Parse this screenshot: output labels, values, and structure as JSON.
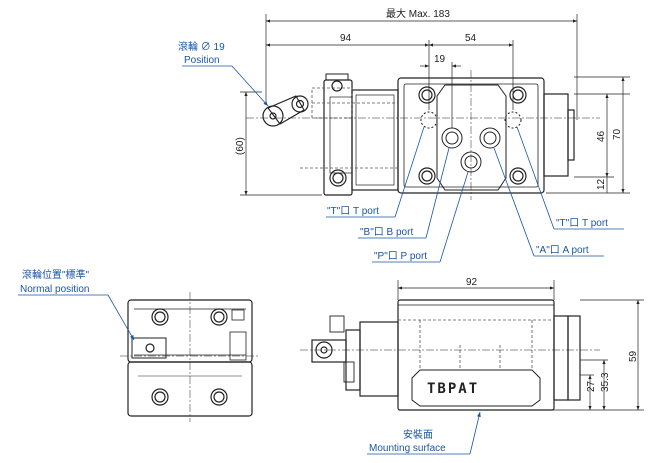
{
  "dimensions": {
    "max_length": "最大 Max. 183",
    "d94": "94",
    "d54": "54",
    "d19": "19",
    "d60": "(60)",
    "d46": "46",
    "d70": "70",
    "d12": "12",
    "d92": "92",
    "d27": "27",
    "d35_3": "35.3",
    "d59": "59"
  },
  "labels": {
    "roller_cn": "滾輪 ∅ 19",
    "roller_en": "Position",
    "normal_cn": "滾輪位置\"標準\"",
    "normal_en": "Normal position",
    "mount_cn": "安裝面",
    "mount_en": "Mounting surface"
  },
  "ports": {
    "t_left": "\"T\"口 T port",
    "b": "\"B\"口 B port",
    "p": "\"P\"口 P port",
    "a": "\"A\"口 A port",
    "t_right": "\"T\"口 T port"
  },
  "stamp": "TBPAT",
  "colors": {
    "line": "#222222",
    "label": "#1a55a6",
    "hidden": "#555555"
  }
}
